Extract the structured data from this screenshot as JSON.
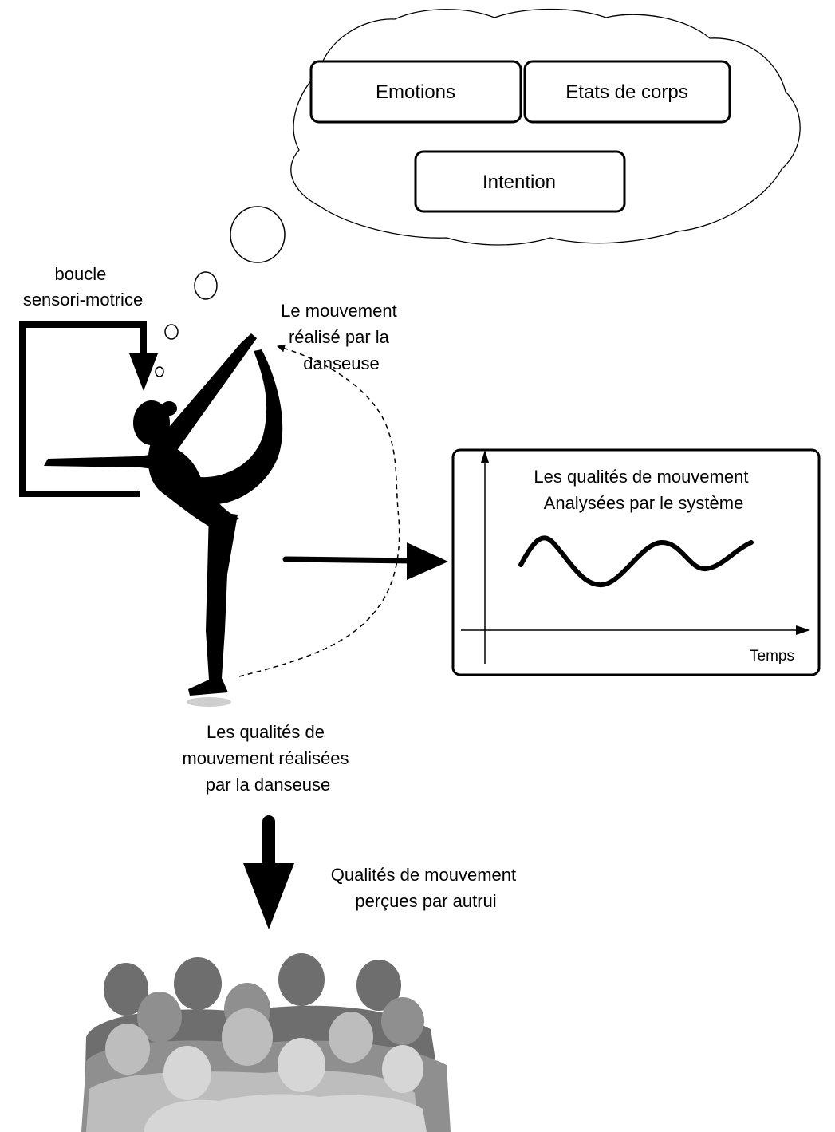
{
  "thought_cloud": {
    "boxes": {
      "emotions": "Emotions",
      "body_states": "Etats de corps",
      "intention": "Intention"
    }
  },
  "labels": {
    "loop": [
      "boucle",
      "sensori-motrice"
    ],
    "movement_done": [
      "Le mouvement",
      "réalisé par la",
      "danseuse"
    ],
    "qualities_done": [
      "Les qualités de",
      "mouvement réalisées",
      "par la danseuse"
    ],
    "qualities_perceived": [
      "Qualités de mouvement",
      "perçues par autrui"
    ]
  },
  "analysis_panel": {
    "title": [
      "Les qualités de mouvement",
      "Analysées par le système"
    ],
    "x_axis_label": "Temps"
  },
  "colors": {
    "ink": "#000000",
    "crowd_back": "#6e6e6e",
    "crowd_mid": "#8f8f8f",
    "crowd_front": "#bdbdbd",
    "crowd_light": "#d6d6d6"
  },
  "icons": {
    "dancer": "dancer-silhouette-icon",
    "audience": "audience-silhouette-icon"
  }
}
